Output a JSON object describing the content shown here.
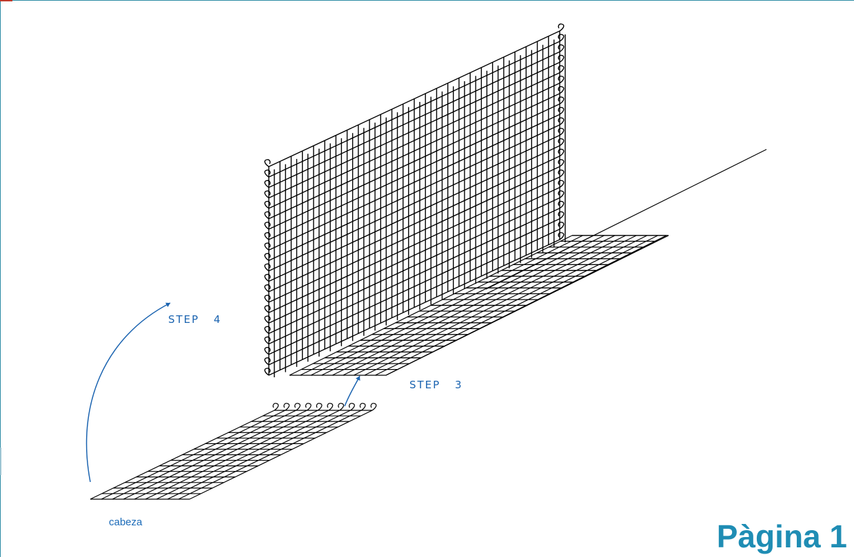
{
  "labels": {
    "step4": "STEP 4",
    "step3": "STEP 3",
    "cabeza": "cabeza",
    "page": "Pàgina 1"
  },
  "colors": {
    "accent": "#1f8db4",
    "annotation": "#1a63b0",
    "lines": "#000000"
  }
}
